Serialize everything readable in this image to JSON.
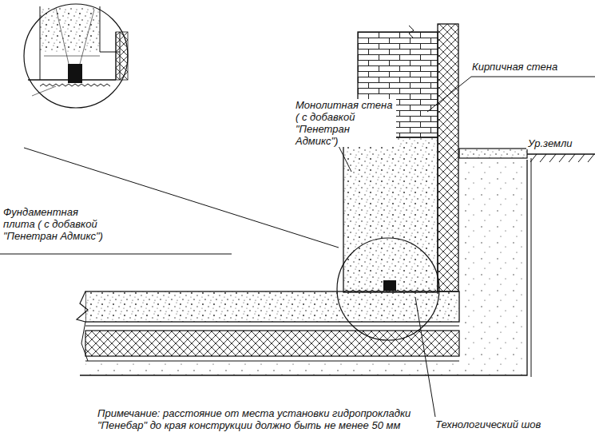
{
  "diagram": {
    "labels": [
      "Кирпичная стена",
      "Монолитная стена ( с добавкой \"Пенетран Адмикс\")",
      "Ур.земли",
      "Фундаментная плита ( с добавкой \"Пенетран Адмикс\")",
      "Технологический шов",
      "Примечание: расстояние от места установки гидропрокладки \"Пенебар\" до края конструкции должно быть не менее 50 мм"
    ]
  }
}
